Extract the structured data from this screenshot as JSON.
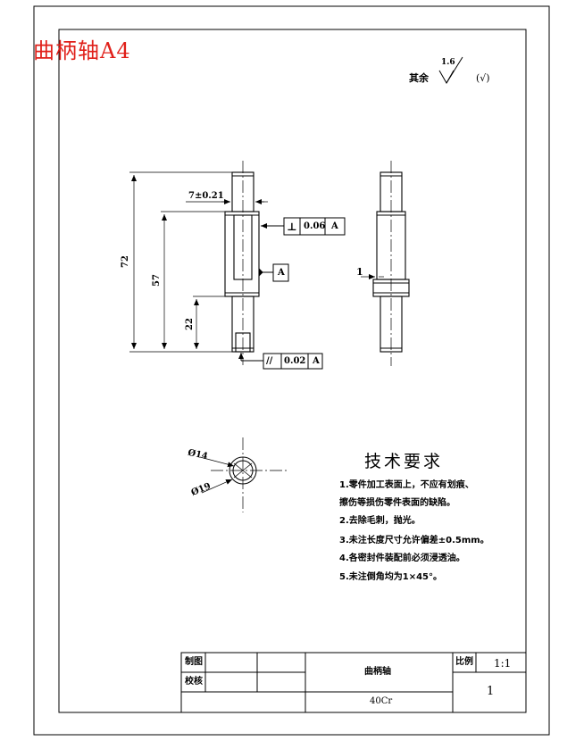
{
  "corner_title": "曲柄轴A4",
  "roughness": {
    "prefix": "其余",
    "value": "1.6",
    "suffix": "(√)"
  },
  "dimensions": {
    "width_tol": "7±0.21",
    "total_length": "72",
    "mid_length": "57",
    "bottom_length": "22",
    "step": "1",
    "dia_small": "Ø14",
    "dia_large": "Ø19"
  },
  "tolerances": {
    "perpendicularity": {
      "symbol": "⊥",
      "value": "0.06",
      "datum": "A"
    },
    "datum_label": "A",
    "parallelism": {
      "symbol": "//",
      "value": "0.02",
      "datum": "A"
    }
  },
  "tech_requirements": {
    "title": "技术要求",
    "items": [
      "1.零件加工表面上，不应有划痕、",
      "擦伤等损伤零件表面的缺陷。",
      "2.去除毛刺，抛光。",
      "3.未注长度尺寸允许偏差±0.5mm。",
      "4.各密封件装配前必须浸透油。",
      "5.未注倒角均为1×45°。"
    ]
  },
  "title_block": {
    "drawn_label": "制图",
    "checked_label": "校核",
    "part_name": "曲柄轴",
    "scale_label": "比例",
    "scale_value": "1:1",
    "sheet": "1",
    "material": "40Cr"
  }
}
